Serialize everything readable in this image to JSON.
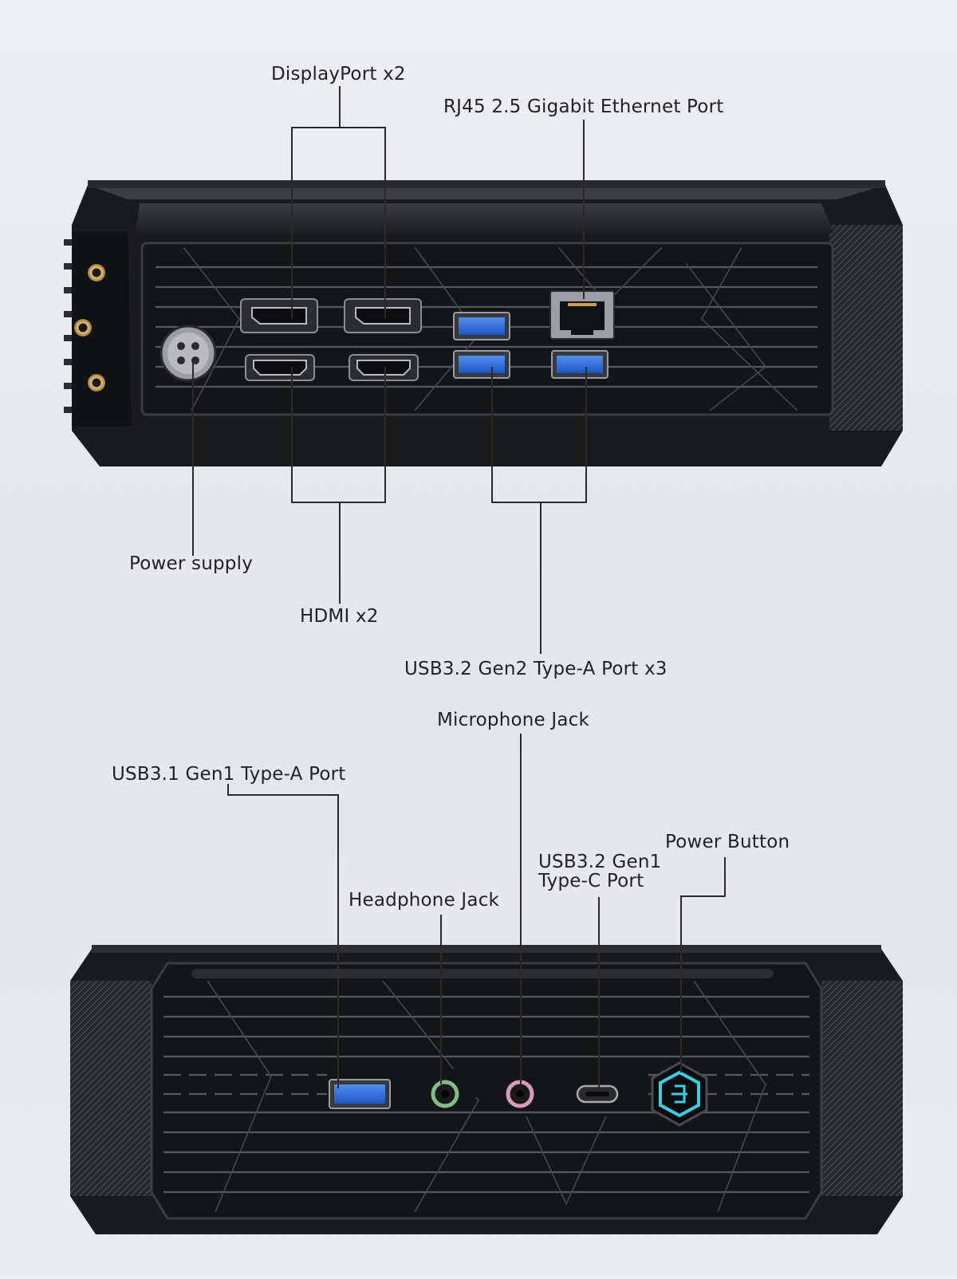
{
  "labels": {
    "displayport": "DisplayPort x2",
    "rj45": "RJ45 2.5 Gigabit Ethernet Port",
    "power_supply": "Power supply",
    "hdmi": "HDMI x2",
    "usb32_gen2": "USB3.2 Gen2 Type-A Port x3",
    "microphone": "Microphone Jack",
    "usb31_gen1": "USB3.1 Gen1 Type-A Port",
    "power_button": "Power Button",
    "usb32_gen1_c_line1": "USB3.2 Gen1",
    "usb32_gen1_c_line2": "Type-C Port",
    "headphone": "Headphone Jack"
  },
  "colors": {
    "background": "#e8eaed",
    "chassis": "#1c1d1f",
    "chassis_edge": "#2c2d30",
    "usb_blue": "#2f6fd6",
    "power_glow": "#35d0e6",
    "brass": "#c9a45a",
    "line": "#2a2a2a"
  },
  "icons": [
    "dc-power-jack",
    "displayport-icon",
    "hdmi-icon",
    "usb-a-icon",
    "rj45-icon",
    "usb-c-icon",
    "audio-jack-icon",
    "power-button-icon"
  ]
}
